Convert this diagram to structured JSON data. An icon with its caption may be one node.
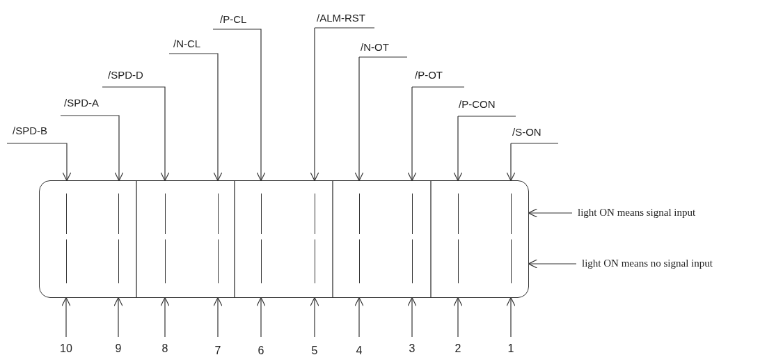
{
  "diagram": {
    "nodes": [
      {
        "text": [],
        "shape": "box"
      },
      {
        "text": [],
        "shape": "bar",
        "in": 0
      },
      {
        "text": [],
        "shape": "bar",
        "in": 0
      },
      {
        "text": [],
        "shape": "bar",
        "in": 0
      },
      {
        "text": [],
        "shape": "bar",
        "in": 0
      },
      {
        "text": [],
        "shape": "bar",
        "in": 0
      },
      {
        "text": [],
        "shape": "bar",
        "in": 0
      },
      {
        "text": [],
        "shape": "bar",
        "in": 0
      },
      {
        "text": [],
        "shape": "bar",
        "in": 0
      },
      {
        "text": [],
        "shape": "bar",
        "in": 0
      },
      {
        "text": [],
        "shape": "bar",
        "in": 0
      },
      {
        "text": [
          "/SPD-B"
        ]
      },
      {
        "text": [
          "/SPD-A"
        ]
      },
      {
        "text": [
          "/SPD-D"
        ]
      },
      {
        "text": [
          "/N-CL"
        ]
      },
      {
        "text": [
          "/P-CL"
        ]
      },
      {
        "text": [
          "/ALM-RST"
        ]
      },
      {
        "text": [
          "/N-OT"
        ]
      },
      {
        "text": [
          "/P-OT"
        ]
      },
      {
        "text": [
          "/P-CON"
        ]
      },
      {
        "text": [
          "/S-ON"
        ]
      },
      {
        "text": [
          "10"
        ]
      },
      {
        "text": [
          "9"
        ]
      },
      {
        "text": [
          "8"
        ]
      },
      {
        "text": [
          "7"
        ]
      },
      {
        "text": [
          "6"
        ]
      },
      {
        "text": [
          "5"
        ]
      },
      {
        "text": [
          "4"
        ]
      },
      {
        "text": [
          "3"
        ]
      },
      {
        "text": [
          "2"
        ]
      },
      {
        "text": [
          "1"
        ]
      },
      {
        "text": [
          "light ON means signal input"
        ]
      },
      {
        "text": [
          "light ON means no signal input"
        ]
      }
    ],
    "edges": [
      {
        "from": 11,
        "to": 1,
        "arrow": "to"
      },
      {
        "from": 12,
        "to": 2,
        "arrow": "to"
      },
      {
        "from": 13,
        "to": 3,
        "arrow": "to"
      },
      {
        "from": 14,
        "to": 4,
        "arrow": "to"
      },
      {
        "from": 15,
        "to": 5,
        "arrow": "to"
      },
      {
        "from": 16,
        "to": 6,
        "arrow": "to"
      },
      {
        "from": 17,
        "to": 7,
        "arrow": "to"
      },
      {
        "from": 18,
        "to": 8,
        "arrow": "to"
      },
      {
        "from": 19,
        "to": 9,
        "arrow": "to"
      },
      {
        "from": 20,
        "to": 10,
        "arrow": "to"
      },
      {
        "from": 21,
        "to": 1,
        "arrow": "to"
      },
      {
        "from": 22,
        "to": 2,
        "arrow": "to"
      },
      {
        "from": 23,
        "to": 3,
        "arrow": "to"
      },
      {
        "from": 24,
        "to": 4,
        "arrow": "to"
      },
      {
        "from": 25,
        "to": 5,
        "arrow": "to"
      },
      {
        "from": 26,
        "to": 6,
        "arrow": "to"
      },
      {
        "from": 27,
        "to": 7,
        "arrow": "to"
      },
      {
        "from": 28,
        "to": 8,
        "arrow": "to"
      },
      {
        "from": 29,
        "to": 9,
        "arrow": "to"
      },
      {
        "from": 30,
        "to": 10,
        "arrow": "to"
      },
      {
        "from": 31,
        "to": 0,
        "arrow": "to"
      },
      {
        "from": 32,
        "to": 0,
        "arrow": "to"
      }
    ]
  }
}
